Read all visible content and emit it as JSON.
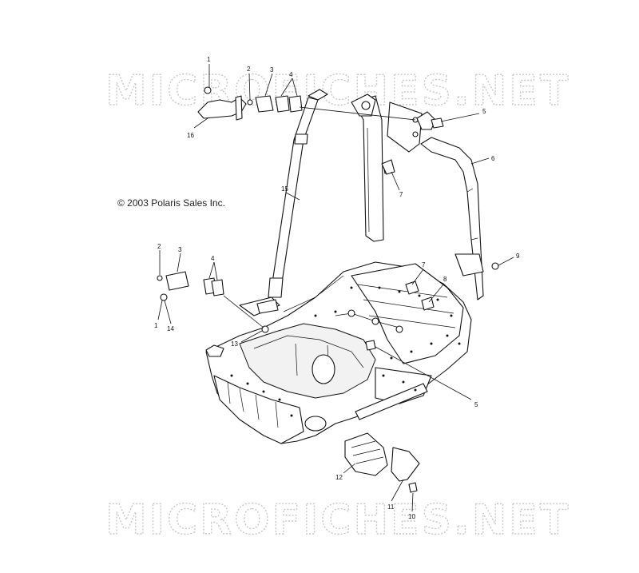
{
  "watermark": "MICROFICHES.NET",
  "copyright": "© 2003 Polaris Sales Inc.",
  "callouts": {
    "c1_top": "1",
    "c2_top": "2",
    "c3_top": "3",
    "c4_top": "4",
    "c5_top": "5",
    "c6": "6",
    "c7_top": "7",
    "c9": "9",
    "c15": "15",
    "c16": "16",
    "c2_mid": "2",
    "c3_mid": "3",
    "c4_mid": "4",
    "c7_mid": "7",
    "c8": "8",
    "c1_mid": "1",
    "c14": "14",
    "c13": "13",
    "c5_bot": "5",
    "c12": "12",
    "c11": "11",
    "c10": "10"
  }
}
